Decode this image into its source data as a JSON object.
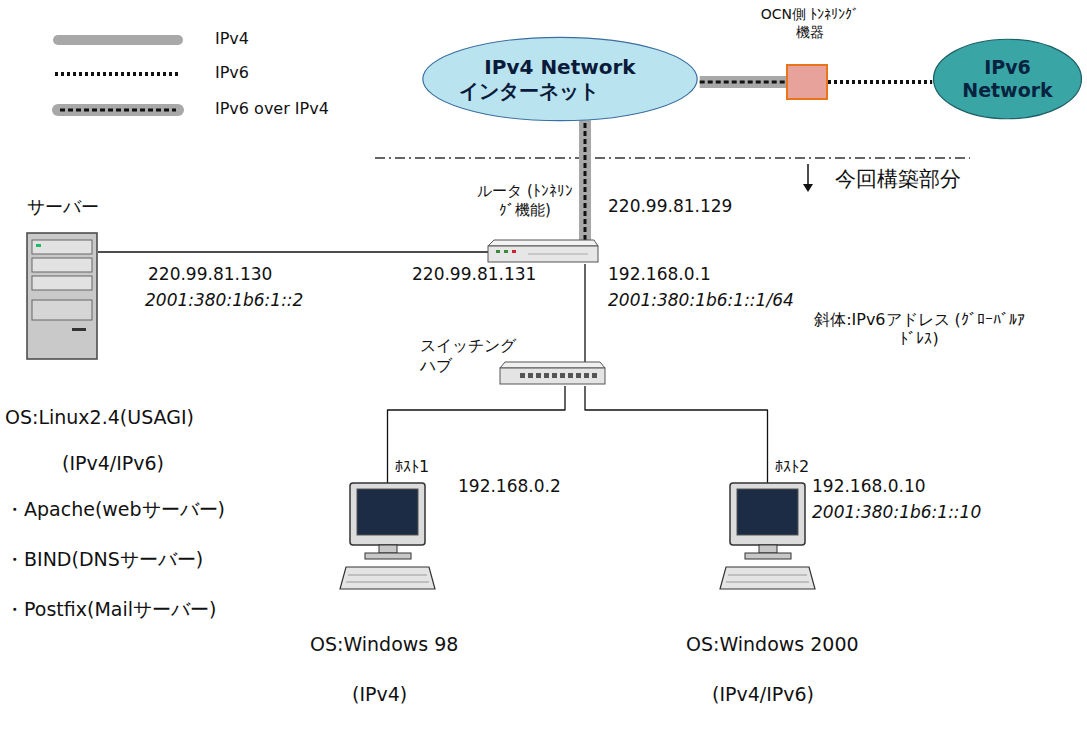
{
  "diagram": {
    "nodes": [
      {
        "text": [
          "IPv4 Network",
          "インターネット"
        ]
      },
      {
        "text": [
          "OCN側 ﾄﾝﾈﾘﾝｸﾞ機器"
        ]
      },
      {
        "text": [
          "IPv6 Network"
        ]
      },
      {
        "text": [
          "ルータ (ﾄﾝﾈﾘﾝｸﾞ機能)"
        ]
      },
      {
        "text": [
          "サーバー"
        ]
      },
      {
        "text": [
          "スイッチング ハブ"
        ]
      },
      {
        "text": [
          "ﾎｽﾄ1"
        ]
      },
      {
        "text": [
          "ﾎｽﾄ2"
        ]
      }
    ],
    "edges": [
      {
        "from": 3,
        "to": 0,
        "arrow": "none"
      },
      {
        "from": 0,
        "to": 1,
        "arrow": "none"
      },
      {
        "from": 1,
        "to": 2,
        "arrow": "none"
      },
      {
        "from": 4,
        "to": 3,
        "arrow": "none"
      },
      {
        "from": 3,
        "to": 5,
        "arrow": "none"
      },
      {
        "from": 5,
        "to": 6,
        "arrow": "none"
      },
      {
        "from": 5,
        "to": 7,
        "arrow": "none"
      }
    ],
    "labels": [
      "今回構築部分",
      "220.99.81.129",
      "220.99.81.130",
      "2001:380:1b6:1::2",
      "220.99.81.131",
      "192.168.0.1",
      "2001:380:1b6:1::1/64",
      "斜体:IPv6アドレス (ｸﾞﾛｰﾊﾞﾙｱﾄﾞﾚｽ)",
      "OS:Linux2.4(USAGI)",
      "(IPv4/IPv6)",
      "・Apache(webサーバー)",
      "・BIND(DNSサーバー)",
      "・Postfix(Mailサーバー)",
      "192.168.0.2",
      "192.168.0.10",
      "2001:380:1b6:1::10",
      "OS:Windows 98",
      "(IPv4)",
      "OS:Windows 2000",
      "(IPv4/IPv6)"
    ],
    "legend": [
      {
        "text": "IPv4"
      },
      {
        "text": "IPv6"
      },
      {
        "text": "IPv6 over IPv4"
      }
    ]
  }
}
